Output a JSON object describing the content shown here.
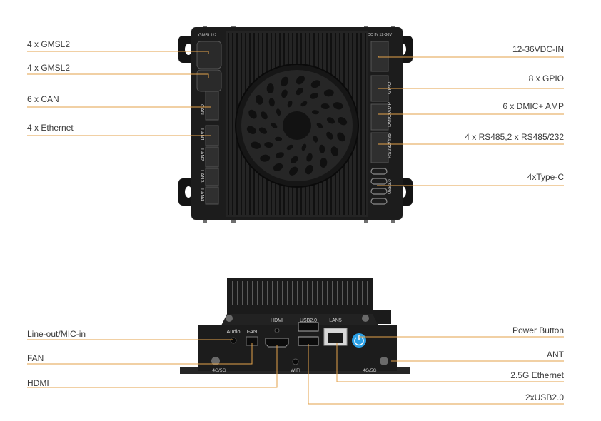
{
  "top_view": {
    "device_labels": {
      "gmsl": "GMSL1/2",
      "dcin": "DC IN\n12-36V",
      "can": "CAN",
      "lan1": "LAN1",
      "lan2": "LAN2",
      "lan3": "LAN3",
      "lan4": "LAN4",
      "gpio": "GPIO",
      "dmic": "DMIC/AMP",
      "rs": "RS232/485",
      "usb": "USB3.0"
    },
    "left_callouts": [
      "4 x GMSL2",
      "4 x GMSL2",
      "6 x CAN",
      "4 x Ethernet"
    ],
    "right_callouts": [
      "12-36VDC-IN",
      "8 x GPIO",
      "6 x DMIC+ AMP",
      "4 x RS485,2 x RS485/232",
      "4xType-C"
    ]
  },
  "front_view": {
    "device_labels": {
      "audio": "Audio",
      "fan": "FAN",
      "hdmi": "HDMI",
      "usb": "USB2.0",
      "lan5": "LAN5",
      "ant_left": "4G/5G",
      "wifi": "WIFI",
      "ant_right": "4G/5G"
    },
    "left_callouts": [
      "Line-out/MIC-in",
      "FAN",
      "HDMI"
    ],
    "right_callouts": [
      "Power Button",
      "ANT",
      "2.5G Ethernet",
      "2xUSB2.0"
    ]
  },
  "colors": {
    "leader": "#e3a24a",
    "body": "#1c1c1c",
    "callout_text": "#3a3a3a",
    "power_button": "#2aa0e6"
  }
}
